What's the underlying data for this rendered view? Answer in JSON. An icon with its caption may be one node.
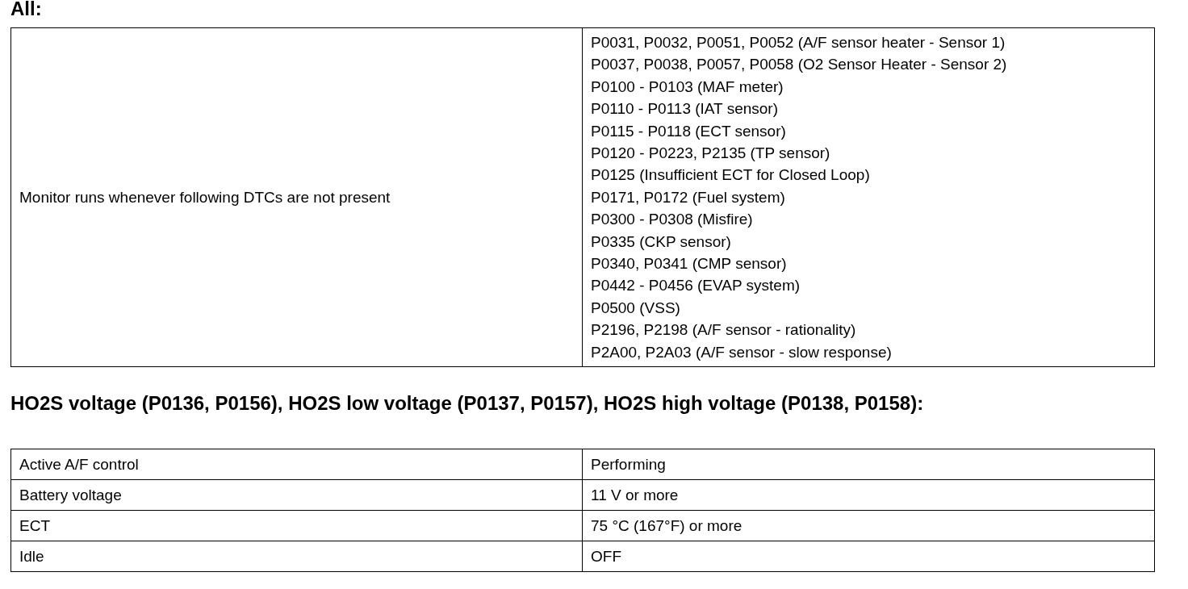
{
  "diagram": {
    "labels": [
      "All:",
      "Monitor runs whenever following DTCs are not present",
      "P0031, P0032, P0051, P0052 (A/F sensor heater - Sensor 1)",
      "P0037, P0038, P0057, P0058 (O2 Sensor Heater - Sensor 2)",
      "P0100 - P0103 (MAF meter)",
      "P0110 - P0113 (IAT sensor)",
      "P0115 - P0118 (ECT sensor)",
      "P0120 - P0223, P2135 (TP sensor)",
      "P0125 (Insufficient ECT for Closed Loop)",
      "P0171, P0172 (Fuel system)",
      "P0300 - P0308 (Misfire)",
      "P0335 (CKP sensor)",
      "P0340, P0341 (CMP sensor)",
      "P0442 - P0456 (EVAP system)",
      "P0500 (VSS)",
      "P2196, P2198 (A/F sensor - rationality)",
      "P2A00, P2A03 (A/F sensor - slow response)",
      "HO2S voltage (P0136, P0156), HO2S low voltage (P0137, P0157), HO2S high voltage (P0138, P0158):",
      "Active A/F control",
      "Performing",
      "Battery voltage",
      "11 V or more",
      "ECT",
      "75 °C (167°F) or more",
      "Idle",
      "OFF"
    ]
  }
}
